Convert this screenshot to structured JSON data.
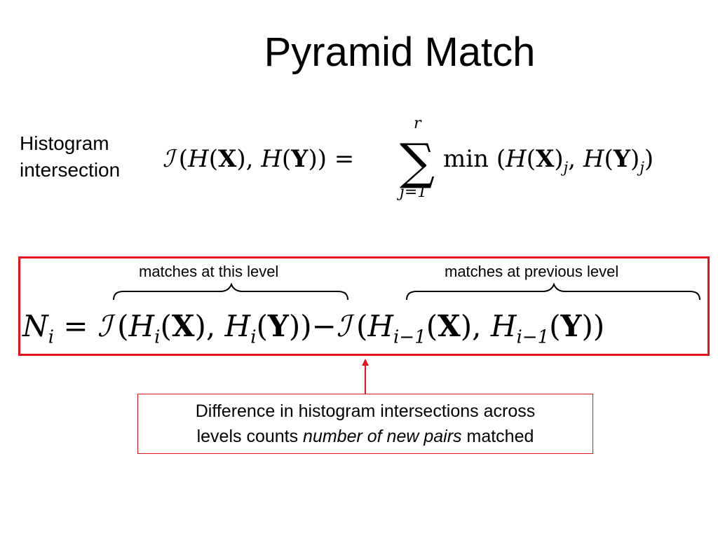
{
  "slide": {
    "title": "Pyramid Match",
    "hist_label_line1": "Histogram",
    "hist_label_line2": "intersection"
  },
  "eq1": {
    "lhs_I": "ℐ",
    "lhs_open": " (",
    "H1": "H",
    "X": "X",
    "H2": "H",
    "Y": "Y",
    "equals": "=",
    "sum_top": "r",
    "sum_bottom": "j=1",
    "min": "min",
    "sub_j": "j"
  },
  "box": {
    "label_left": "matches at this level",
    "label_right": "matches at previous level"
  },
  "eq2": {
    "N": "N",
    "sub_i": "i",
    "sub_i_minus_1": "i−1",
    "minus": "−"
  },
  "note": {
    "line1": "Difference in histogram intersections across",
    "line2_pre": "levels counts ",
    "line2_em": "number of new pairs",
    "line2_post": " matched"
  },
  "colors": {
    "accent_red": "#e5141c"
  }
}
